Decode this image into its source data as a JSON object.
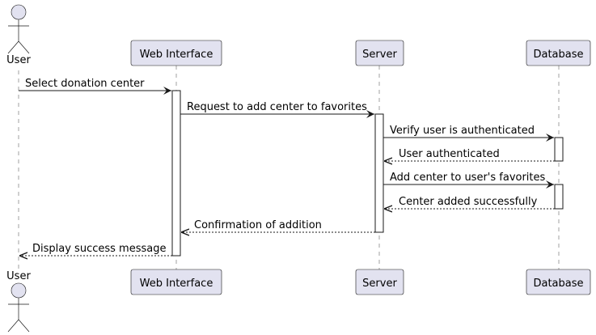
{
  "diagram": {
    "participants": [
      {
        "id": "user",
        "label": "User",
        "kind": "actor"
      },
      {
        "id": "web",
        "label": "Web Interface",
        "kind": "participant"
      },
      {
        "id": "server",
        "label": "Server",
        "kind": "participant"
      },
      {
        "id": "db",
        "label": "Database",
        "kind": "participant"
      }
    ],
    "messages": [
      {
        "from": "user",
        "to": "web",
        "label": "Select donation center",
        "style": "solid"
      },
      {
        "from": "web",
        "to": "server",
        "label": "Request to add center to favorites",
        "style": "solid"
      },
      {
        "from": "server",
        "to": "db",
        "label": "Verify user is authenticated",
        "style": "solid"
      },
      {
        "from": "db",
        "to": "server",
        "label": "User authenticated",
        "style": "dashed"
      },
      {
        "from": "server",
        "to": "db",
        "label": "Add center to user's favorites",
        "style": "solid"
      },
      {
        "from": "db",
        "to": "server",
        "label": "Center added successfully",
        "style": "dashed"
      },
      {
        "from": "server",
        "to": "web",
        "label": "Confirmation of addition",
        "style": "dashed"
      },
      {
        "from": "web",
        "to": "user",
        "label": "Display success message",
        "style": "dashed"
      }
    ],
    "colors": {
      "participant_fill": "#e2e2f0",
      "border": "#181818",
      "lifeline": "#a0a0a0"
    }
  }
}
